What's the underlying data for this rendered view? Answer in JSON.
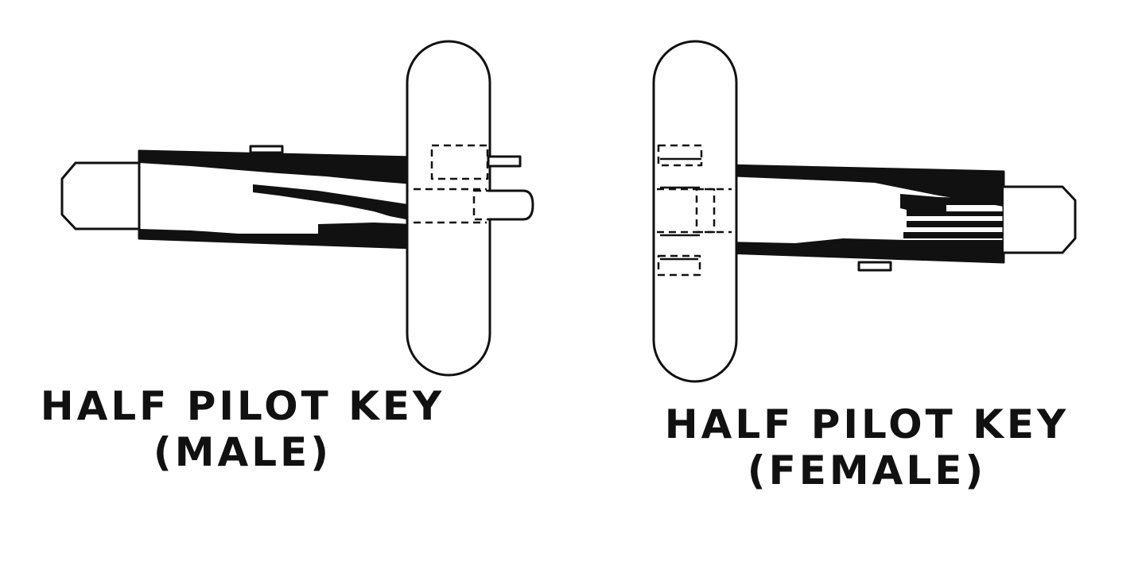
{
  "male": {
    "title": "HALF PILOT KEY",
    "subtitle": "(MALE)"
  },
  "female": {
    "title": "HALF PILOT KEY",
    "subtitle": "(FEMALE)"
  },
  "colors": {
    "ink": "#111111",
    "paper": "#ffffff"
  }
}
